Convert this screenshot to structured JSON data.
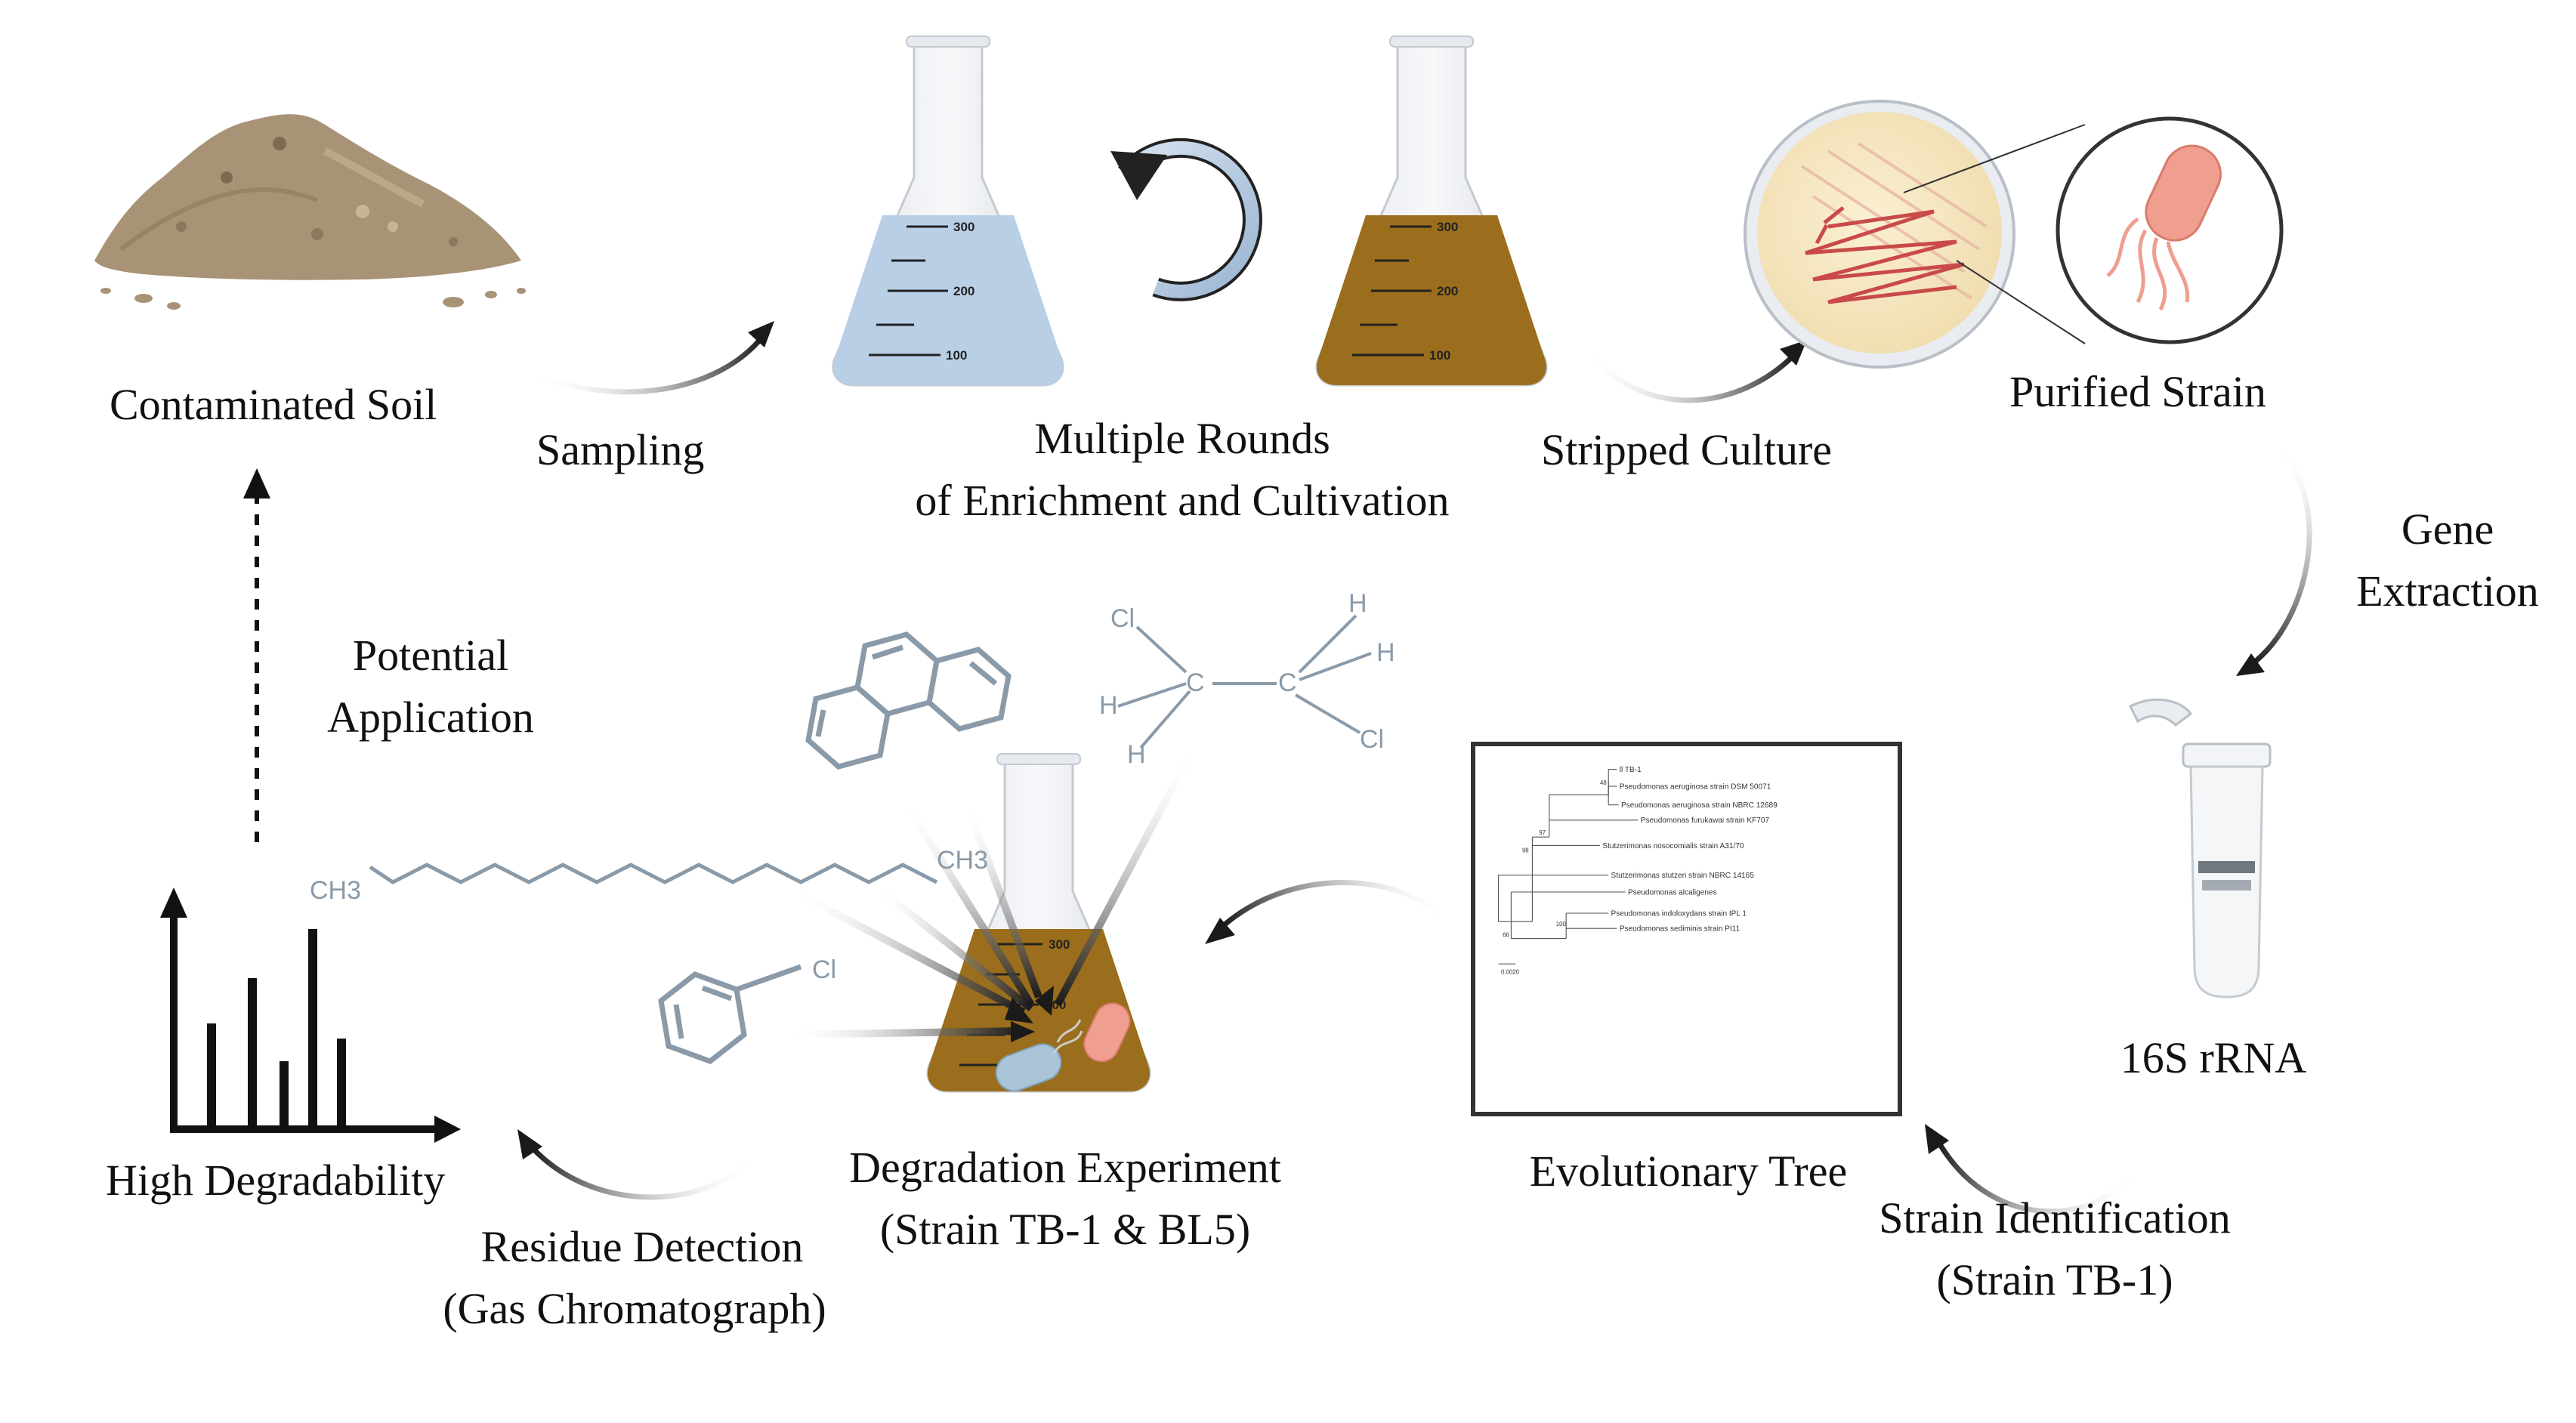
{
  "labels": {
    "contaminated_soil": "Contaminated Soil",
    "sampling": "Sampling",
    "enrichment_line1": "Multiple Rounds",
    "enrichment_line2": "of Enrichment and Cultivation",
    "stripped_culture": "Stripped Culture",
    "purified_strain": "Purified Strain",
    "gene_extraction_line1": "Gene",
    "gene_extraction_line2": "Extraction",
    "rrna": "16S rRNA",
    "strain_identification_line1": "Strain Identification",
    "strain_identification_line2": "(Strain TB-1)",
    "evolutionary_tree": "Evolutionary Tree",
    "degradation_line1": "Degradation Experiment",
    "degradation_line2": "(Strain TB-1 & BL5)",
    "residue_line1": "Residue Detection",
    "residue_line2": "(Gas Chromatograph)",
    "high_degradability": "High Degradability",
    "potential_line1": "Potential",
    "potential_line2": "Application"
  },
  "flask_graduations": [
    "300",
    "200",
    "100"
  ],
  "chemistry": {
    "alkane_left": "CH3",
    "alkane_right": "CH3",
    "chloro": "Cl",
    "ethane_atoms": [
      "Cl",
      "H",
      "H",
      "C",
      "C",
      "H",
      "H",
      "Cl"
    ]
  },
  "tree": {
    "leaves": [
      "ll TB-1",
      "Pseudomonas aeruginosa strain DSM 50071",
      "Pseudomonas aeruginosa strain NBRC 12689",
      "Pseudomonas furukawai strain KF707",
      "Stutzerimonas nosocomialis strain A31/70",
      "Stutzerimonas stutzeri strain NBRC 14165",
      "Pseudomonas alcaligenes",
      "Pseudomonas indoloxydans strain IPL 1",
      "Pseudomonas sediminis strain PI11"
    ],
    "bootstrap": [
      "48",
      "97",
      "98",
      "66",
      "100"
    ],
    "scale": "0.0020"
  },
  "colors": {
    "soil": "#a89377",
    "medium_blue": "#b8cfe6",
    "medium_brown": "#9a6e1c",
    "plate": "#f5e4bf",
    "streak": "#c94a48",
    "bacterium": "#ef9e8f",
    "bacterium_blue": "#a8c4d6",
    "chem_gray": "#8a9aa8",
    "arrow_dark": "#222222"
  }
}
